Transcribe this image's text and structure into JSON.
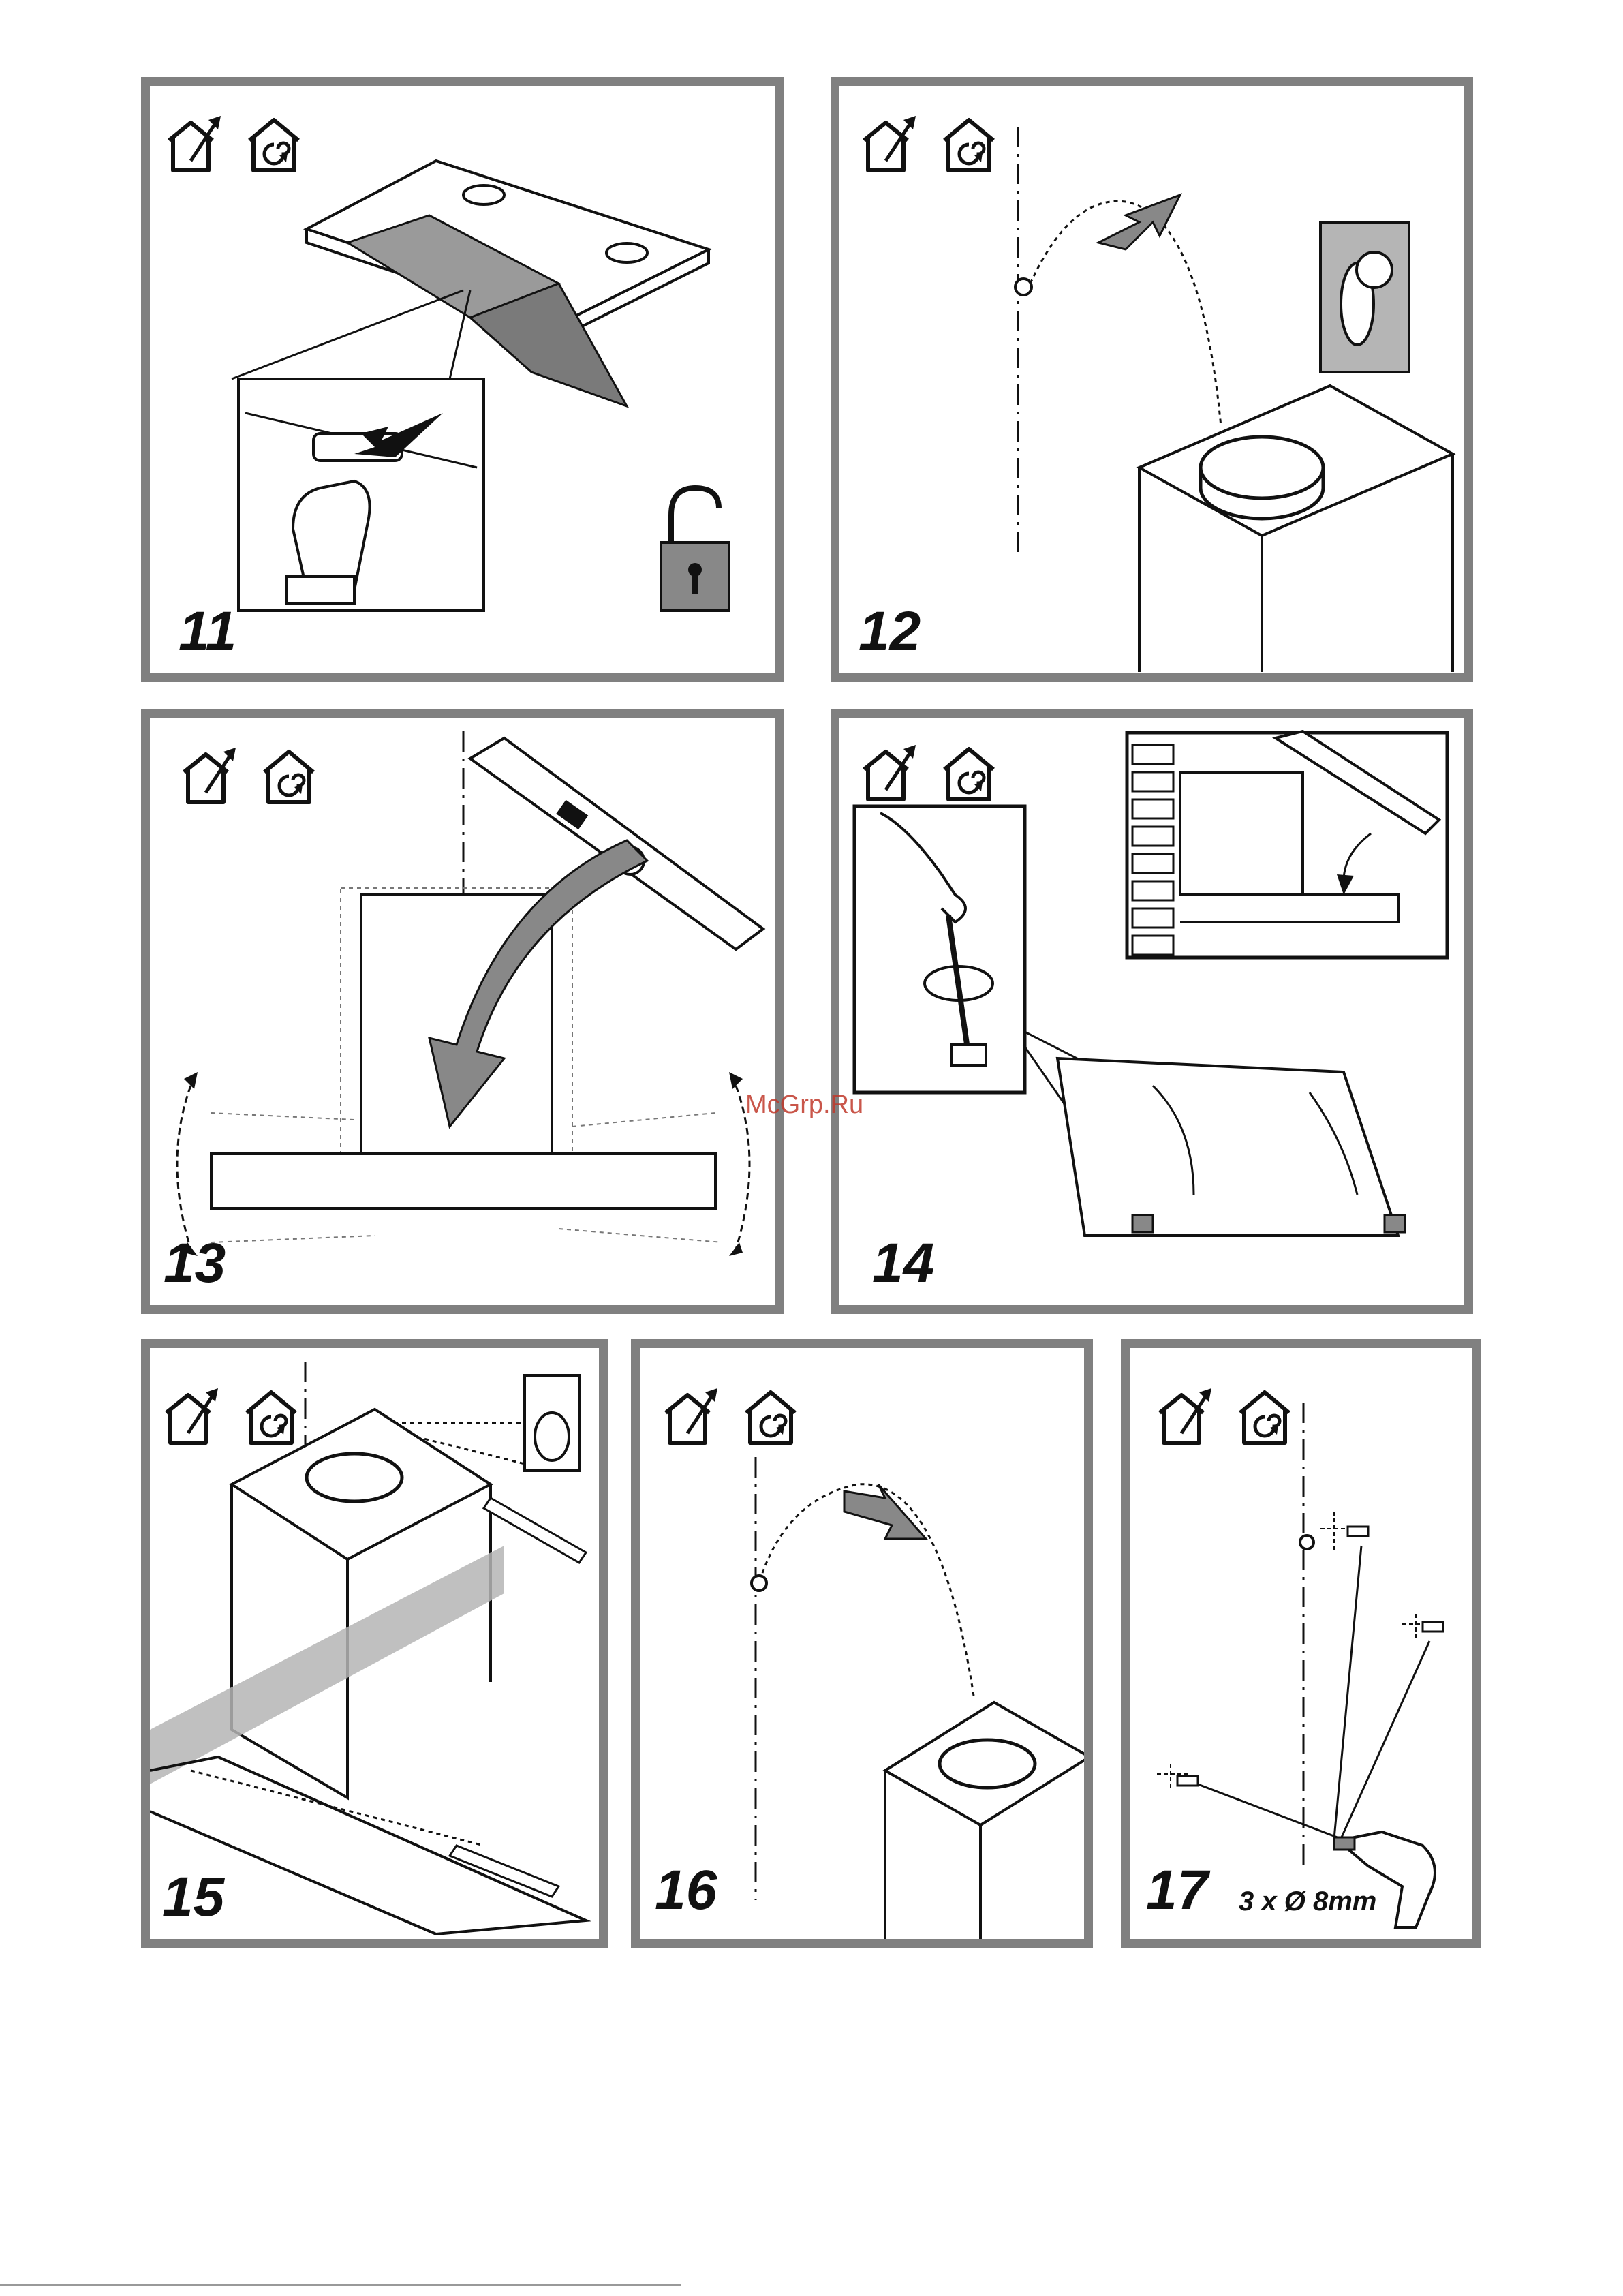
{
  "steps": [
    {
      "number": "11"
    },
    {
      "number": "12"
    },
    {
      "number": "13"
    },
    {
      "number": "14"
    },
    {
      "number": "15"
    },
    {
      "number": "16"
    },
    {
      "number": "17",
      "drill_spec": "3 x Ø 8mm"
    }
  ],
  "watermark": "McGrp.Ru",
  "icons": [
    "exhaust-house-icon",
    "recirculation-house-icon"
  ],
  "colors": {
    "frame": "#808080",
    "shade": "#b5b5b5",
    "ink": "#111111",
    "watermark": "#c0392b"
  }
}
